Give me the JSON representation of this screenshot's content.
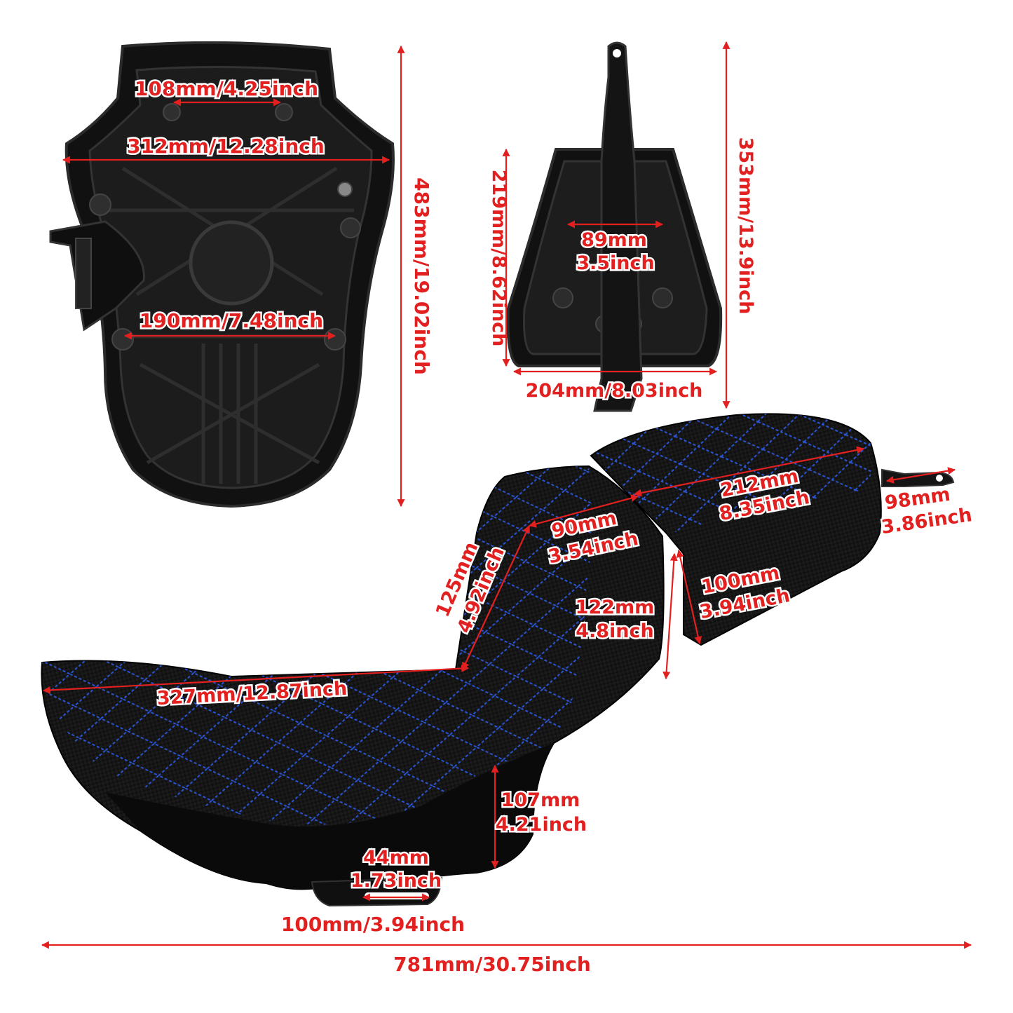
{
  "colors": {
    "dimension": "#e32020",
    "seat_black": "#0d0d0d",
    "stitch_blue": "#2a55d8",
    "plastic_base": "#1c1c1c"
  },
  "views": {
    "rider_base": {
      "height": "483mm/19.02inch",
      "top_width": "108mm/4.25inch",
      "width": "312mm/12.28inch",
      "lower_width": "190mm/7.48inch"
    },
    "passenger_base": {
      "height": "353mm/13.9inch",
      "pan_height": "219mm/8.62inch",
      "width": "204mm/8.03inch",
      "inner_width_1": "89mm",
      "inner_width_2": "3.5inch"
    },
    "side_view": {
      "rear_pad_1": "212mm",
      "rear_pad_2": "8.35inch",
      "strap_1": "98mm",
      "strap_2": "3.86inch",
      "step_1": "90mm",
      "step_2": "3.54inch",
      "backrest_1": "125mm",
      "backrest_2": "4.92inch",
      "riser_1": "122mm",
      "riser_2": "4.8inch",
      "rear_drop_1": "100mm",
      "rear_drop_2": "3.94inch",
      "rider_length": "327mm/12.87inch",
      "side_height_1": "107mm",
      "side_height_2": "4.21inch",
      "tab_1": "44mm",
      "tab_2": "1.73inch",
      "tab_length": "100mm/3.94inch",
      "total_length": "781mm/30.75inch"
    }
  }
}
